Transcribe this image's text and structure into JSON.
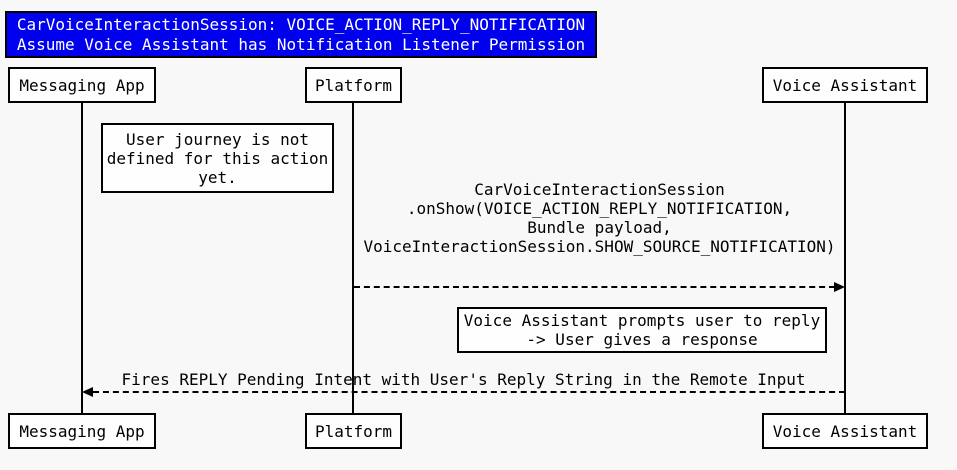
{
  "colors": {
    "page_bg": "#F8F8F8",
    "title_bg": "#0000EE",
    "title_text": "#FFFFFF",
    "box_bg": "#FEFEFE",
    "line_color": "#000000"
  },
  "title": {
    "line1": "CarVoiceInteractionSession: VOICE_ACTION_REPLY_NOTIFICATION",
    "line2": "Assume Voice Assistant has Notification Listener Permission"
  },
  "actors": [
    {
      "label": "Messaging App"
    },
    {
      "label": "Platform"
    },
    {
      "label": "Voice Assistant"
    }
  ],
  "notes": [
    {
      "lines": [
        "User journey is not",
        "defined for this action",
        "yet."
      ]
    },
    {
      "lines": [
        "Voice Assistant prompts user to reply",
        "-> User gives a response"
      ]
    }
  ],
  "messages": [
    {
      "from": "Platform",
      "to": "Voice Assistant",
      "arrow_style": "dashed",
      "lines": [
        "CarVoiceInteractionSession",
        ".onShow(VOICE_ACTION_REPLY_NOTIFICATION,",
        "Bundle payload,",
        "VoiceInteractionSession.SHOW_SOURCE_NOTIFICATION)"
      ]
    },
    {
      "from": "Voice Assistant",
      "to": "Messaging App",
      "arrow_style": "dashed",
      "lines": [
        "Fires REPLY Pending Intent with User's Reply String in the Remote Input"
      ]
    }
  ]
}
